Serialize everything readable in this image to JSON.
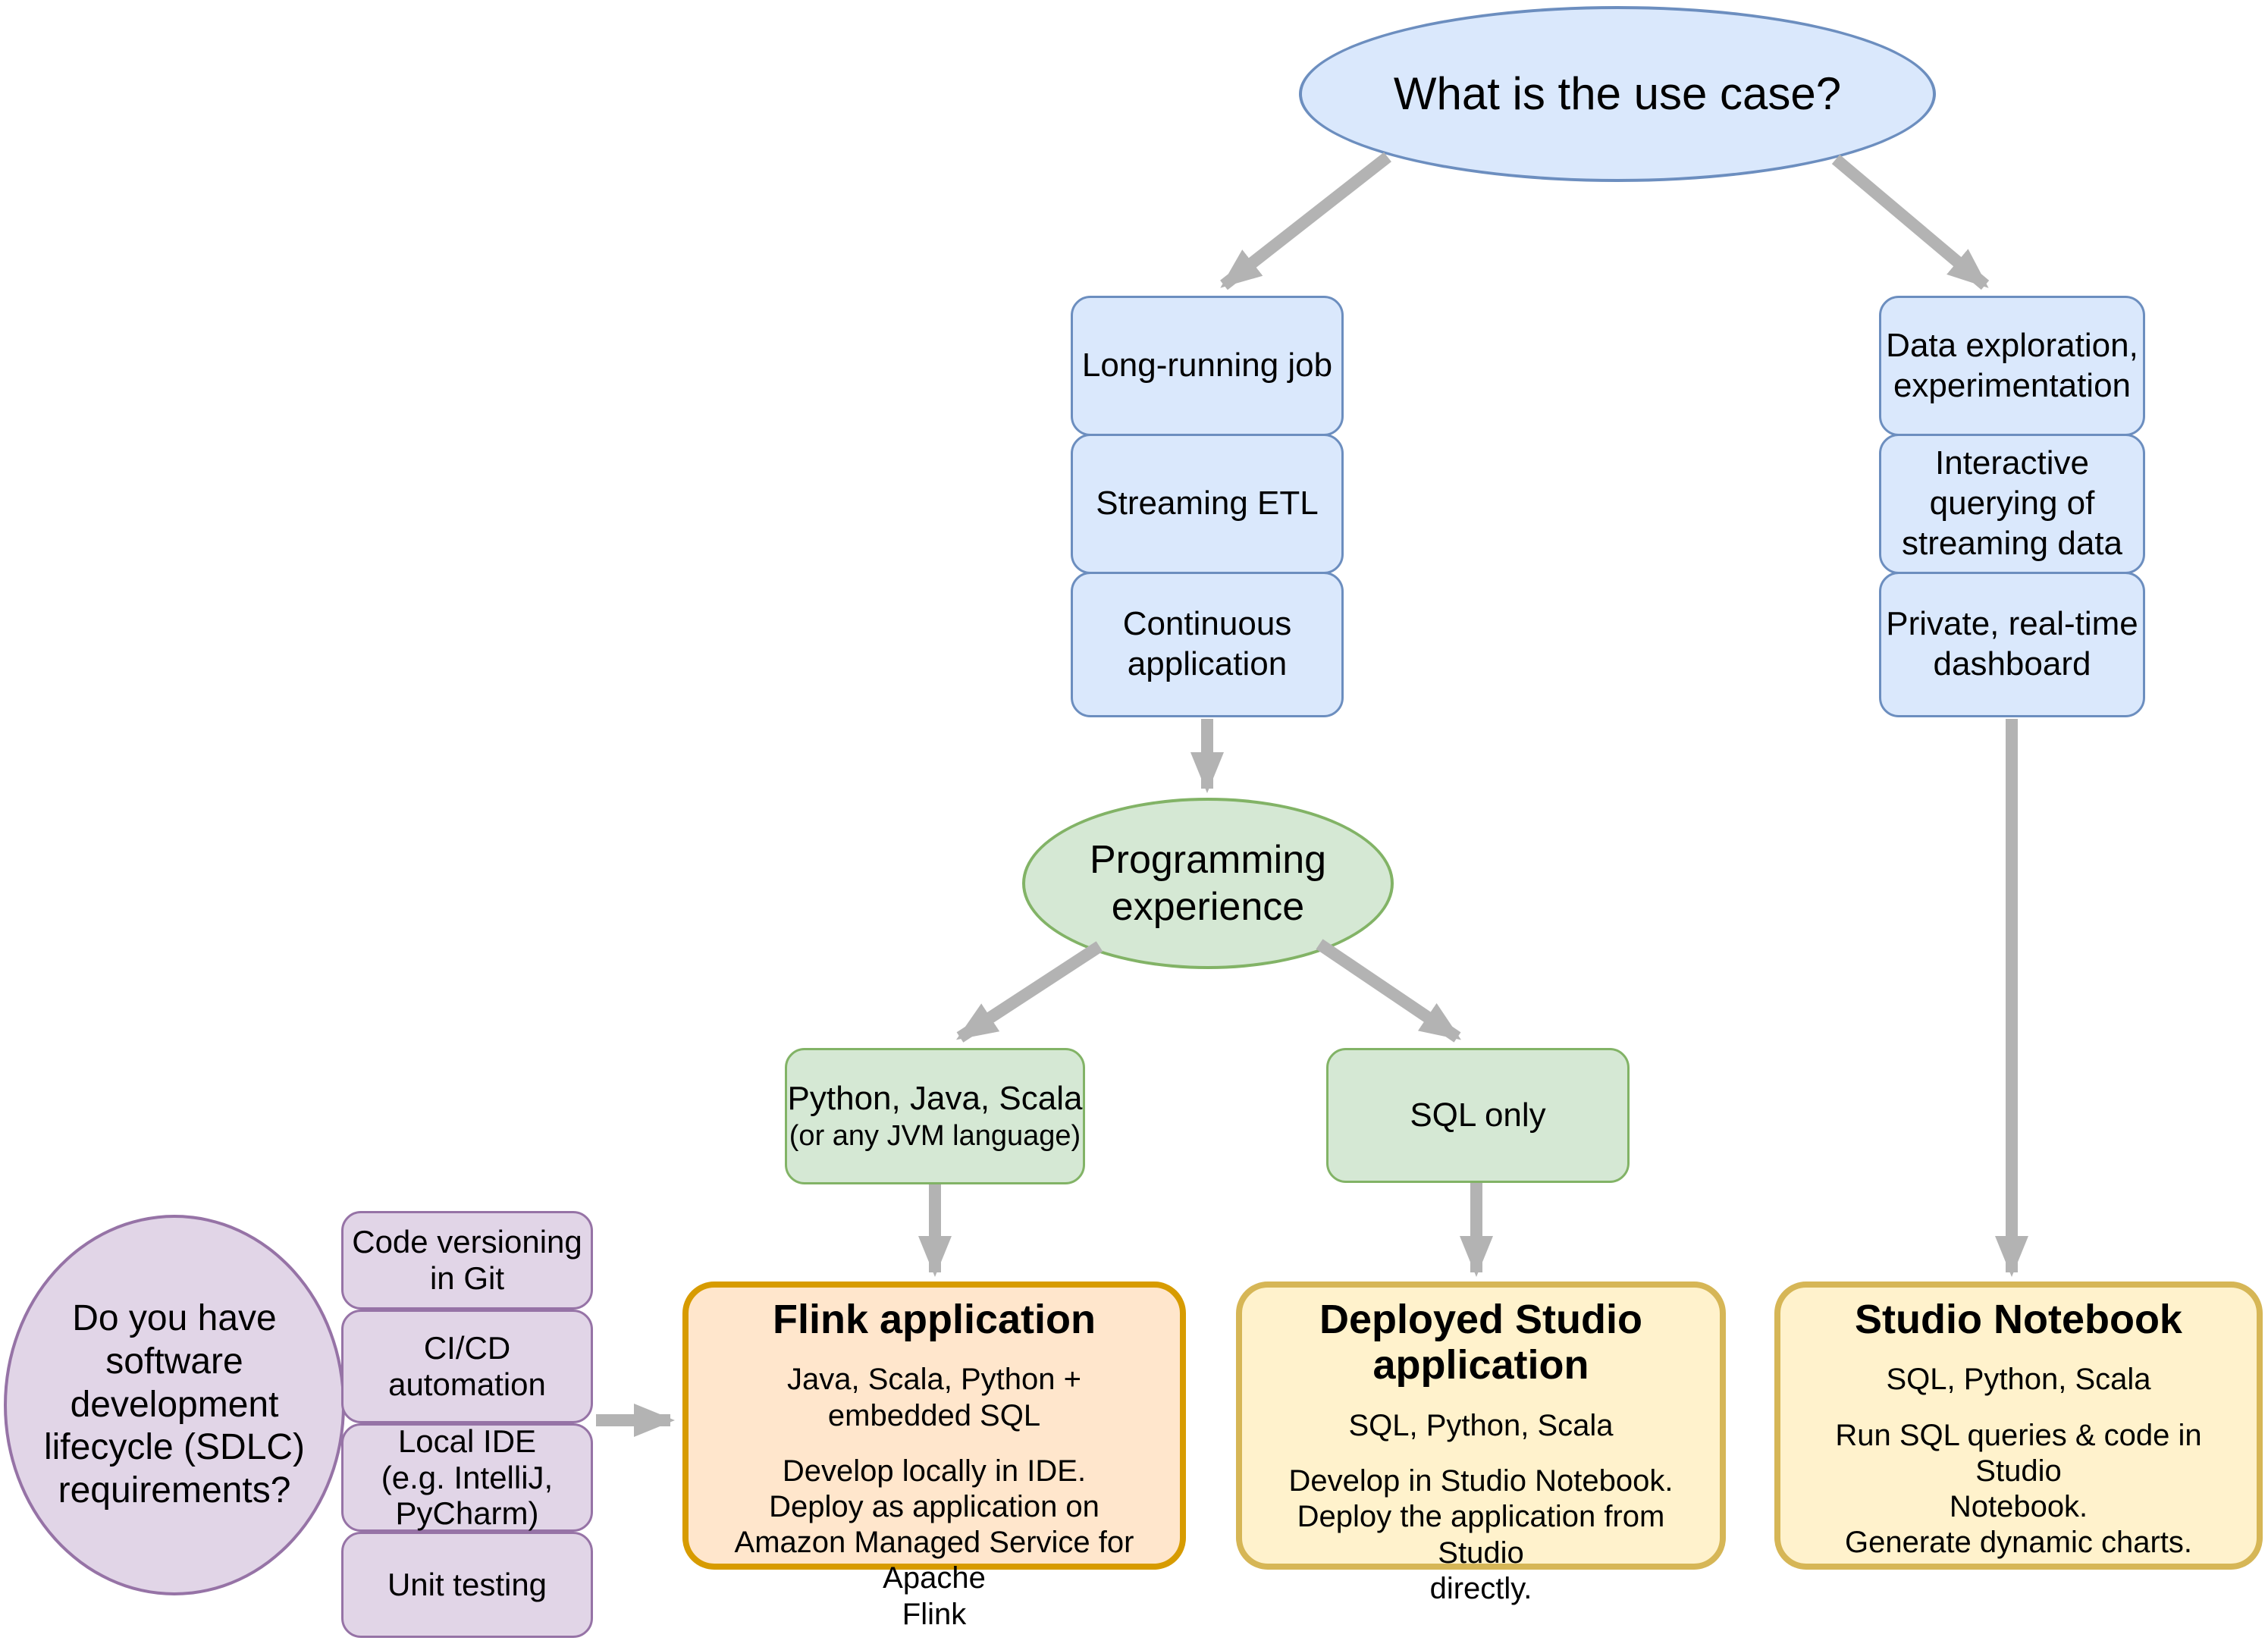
{
  "palette": {
    "node_blue_fill": "#dae8fc",
    "node_blue_stroke": "#6c8ebf",
    "node_green_fill": "#d5e8d4",
    "node_green_stroke": "#82b366",
    "node_purple_fill": "#e1d5e7",
    "node_purple_stroke": "#9673a6",
    "node_orange_fill": "#ffe6cc",
    "node_orange_stroke": "#d79b00",
    "node_yellow_fill": "#fff2cc",
    "node_yellow_stroke": "#d6b656",
    "arrow": "#b3b3b3",
    "text": "#000000",
    "background": "#ffffff"
  },
  "diagram": {
    "use_case": {
      "label": "What is the use case?"
    },
    "streaming_use_cases": [
      {
        "label": "Long-running job"
      },
      {
        "label": "Streaming ETL"
      },
      {
        "label": "Continuous\napplication"
      }
    ],
    "interactive_use_cases": [
      {
        "label": "Data exploration,\nexperimentation"
      },
      {
        "label": "Interactive\nquerying of\nstreaming data"
      },
      {
        "label": "Private, real-time\ndashboard"
      }
    ],
    "programming_experience": {
      "label": "Programming\nexperience"
    },
    "language_options": {
      "jvm": {
        "label": "Python, Java, Scala",
        "sublabel": "(or any JVM language)"
      },
      "sql": {
        "label": "SQL only"
      }
    },
    "sdlc": {
      "question": {
        "label": "Do you have\nsoftware\ndevelopment\nlifecycle (SDLC)\nrequirements?"
      },
      "requirements": [
        {
          "label": "Code versioning\nin Git"
        },
        {
          "label": "CI/CD\nautomation"
        },
        {
          "label": "Local IDE\n(e.g. IntelliJ,\nPyCharm)"
        },
        {
          "label": "Unit testing"
        }
      ]
    },
    "outcomes": [
      {
        "title": "Flink application",
        "languages": "Java, Scala, Python + embedded SQL",
        "description": "Develop locally in IDE.\nDeploy as application on\nAmazon Managed Service for Apache\nFlink"
      },
      {
        "title": "Deployed Studio\napplication",
        "languages": "SQL, Python, Scala",
        "description": "Develop in Studio Notebook.\nDeploy the application from Studio\ndirectly."
      },
      {
        "title": "Studio Notebook",
        "languages": "SQL, Python, Scala",
        "description": "Run SQL queries & code in Studio\nNotebook.\nGenerate dynamic charts."
      }
    ]
  }
}
